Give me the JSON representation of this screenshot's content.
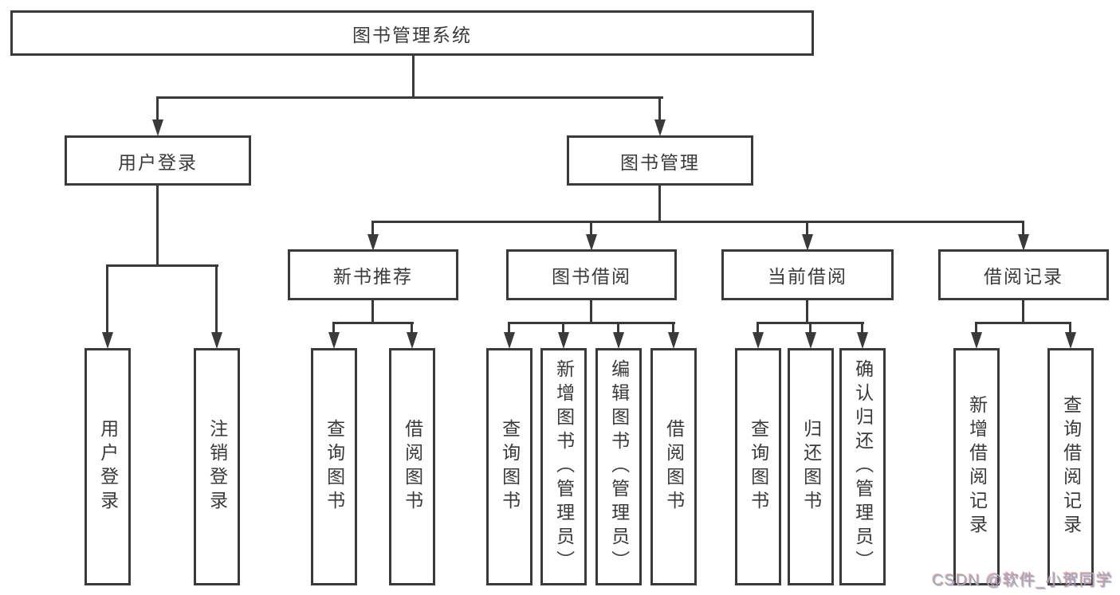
{
  "tree": {
    "root": "图书管理系统",
    "branches": [
      {
        "label": "用户登录",
        "children": [
          "用户登录",
          "注销登录"
        ]
      },
      {
        "label": "图书管理",
        "sections": [
          {
            "label": "新书推荐",
            "children": [
              "查询图书",
              "借阅图书"
            ]
          },
          {
            "label": "图书借阅",
            "children": [
              "查询图书",
              "新增图书（管理员）",
              "编辑图书（管理员）",
              "借阅图书"
            ]
          },
          {
            "label": "当前借阅",
            "children": [
              "查询图书",
              "归还图书",
              "确认归还（管理员）"
            ]
          },
          {
            "label": "借阅记录",
            "children": [
              "新增借阅记录",
              "查询借阅记录"
            ]
          }
        ]
      }
    ]
  },
  "watermark": "CSDN @软件_小贺同学",
  "colors": {
    "line": "#3a3a3a",
    "text": "#3a3a3a",
    "box_background": "#ffffff",
    "page_background": "#ffffff",
    "watermark": "#a8a8a8"
  }
}
